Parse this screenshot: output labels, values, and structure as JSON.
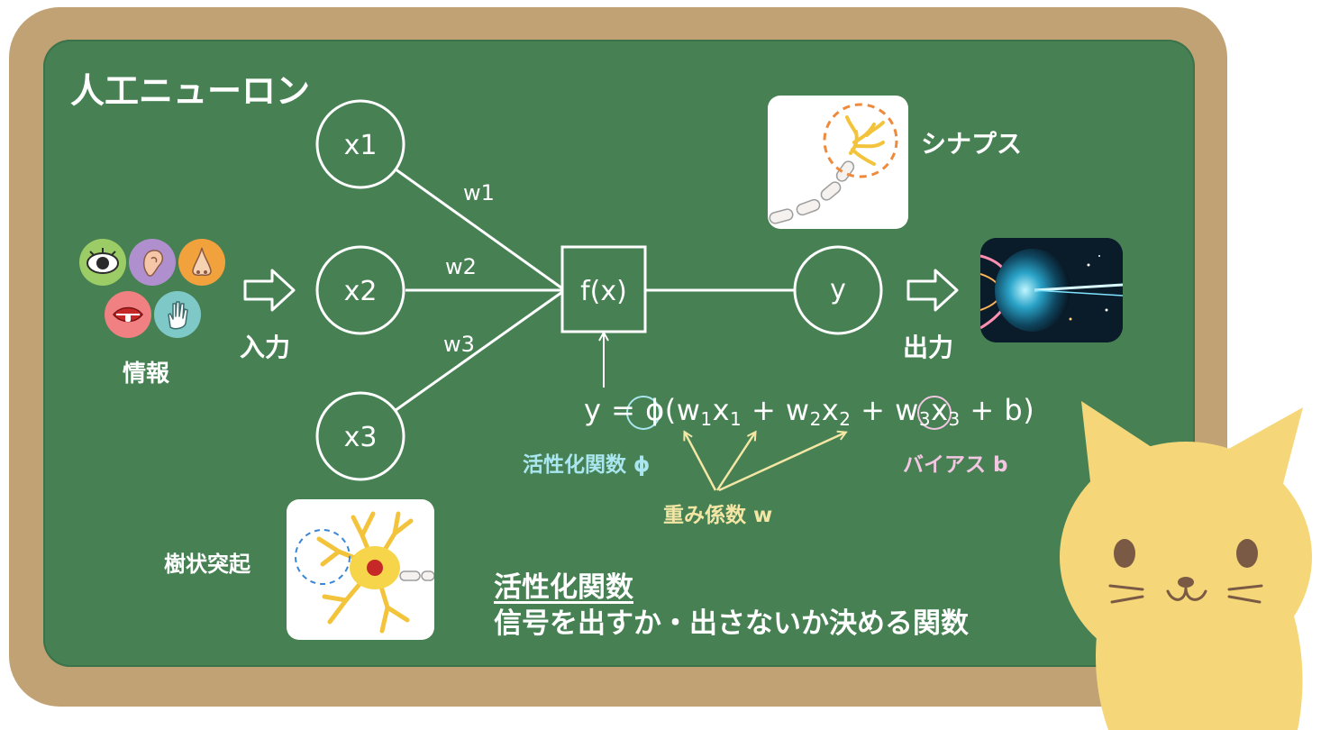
{
  "title": "人工ニューロン",
  "info_label": "情報",
  "input_label": "入力",
  "output_label": "出力",
  "synapse_label": "シナプス",
  "dendrite_label": "樹状突起",
  "nodes": {
    "x1": "x1",
    "x2": "x2",
    "x3": "x3",
    "f": "f(x)",
    "y": "y"
  },
  "weights": [
    "w1",
    "w2",
    "w3"
  ],
  "formula": {
    "lhs": "y = ",
    "phi": "ϕ",
    "open": "(",
    "w1": "w",
    "s1": "1",
    "x1": "x",
    "t1": "1",
    "plus1": " + ",
    "w2": "w",
    "s2": "2",
    "x2": "x",
    "t2": "2",
    "plus2": " + ",
    "w3": "w",
    "s3": "3",
    "x3": "x",
    "t3": "3",
    "plus3": " + ",
    "b": "b",
    "close": ")"
  },
  "annotations": {
    "activation": "活性化関数 ϕ",
    "bias": "バイアス b",
    "weights": "重み係数 w"
  },
  "definition": {
    "title": "活性化関数",
    "text": "信号を出すか・出さないか決める関数"
  },
  "colors": {
    "board": "#468053",
    "frame": "#c0a274",
    "activation": "#a9e6ef",
    "bias": "#f3c6e2",
    "weights": "#f4e6a4",
    "cat": "#f5d77a"
  },
  "icons": [
    "eye-icon",
    "ear-icon",
    "nose-icon",
    "mouth-icon",
    "hand-icon",
    "synapse-illustration",
    "neuron-illustration",
    "brain-illustration",
    "cat-illustration"
  ]
}
